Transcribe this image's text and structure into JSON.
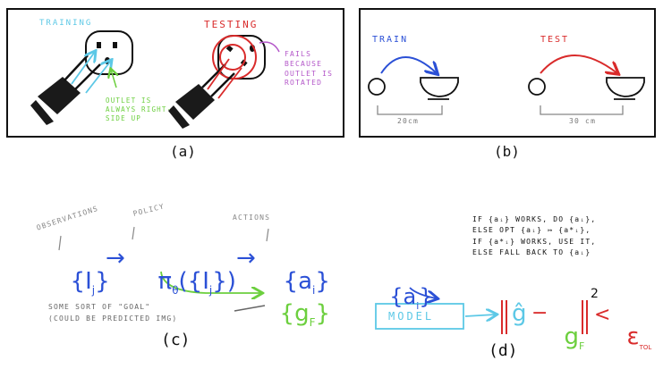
{
  "panel_a": {
    "training": "TRAINING",
    "testing": "TESTING",
    "note_green": "OUTLET IS\nALWAYS RIGHT-\nSIDE UP",
    "note_purple": "FAILS\nBECAUSE\nOUTLET IS\nROTATED",
    "caption": "(a)"
  },
  "panel_b": {
    "train": "TRAIN",
    "test": "TEST",
    "dist_train": "20cm",
    "dist_test": "30 cm",
    "caption": "(b)"
  },
  "panel_c": {
    "observations": "OBSERVATIONS",
    "policy": "POLICY",
    "actions": "ACTIONS",
    "obs_set": "{I",
    "obs_sub": "j",
    "obs_close": "}",
    "arrow": "→",
    "pi": "π",
    "pi_sub": "θ",
    "pi_args": "({I",
    "pi_args_sub": "j",
    "pi_args_close": "})",
    "act_set": "{a",
    "act_sub": "i",
    "act_close": "}",
    "goal_set": "{g",
    "goal_sub": "F",
    "goal_close": "}",
    "goal_note": "SOME SORT OF \"GOAL\"\n(COULD BE PREDICTED IMG)",
    "caption": "(c)"
  },
  "panel_d": {
    "rule_text": "IF {aᵢ} WORKS, DO {aᵢ},\nELSE OPT {aᵢ} ↦ {a*ᵢ},\nIF {a*ᵢ} WORKS, USE IT,\nELSE FALL BACK TO {aᵢ}",
    "input_set": "{a",
    "input_sub": "i",
    "input_close": "}",
    "model": "MODEL",
    "g_hat": "ĝ",
    "minus": "−",
    "g_f": "g",
    "g_f_sub": "F",
    "norm_pow": "2",
    "lt": "<",
    "epsilon": "ε",
    "eps_sub": "TOL",
    "caption": "(d)"
  },
  "colors": {
    "blue": "#2b50d6",
    "green": "#6ccf3e",
    "red": "#d92b2b",
    "purple": "#b458c9",
    "cyan": "#5cc8e6",
    "gray": "#666666"
  }
}
